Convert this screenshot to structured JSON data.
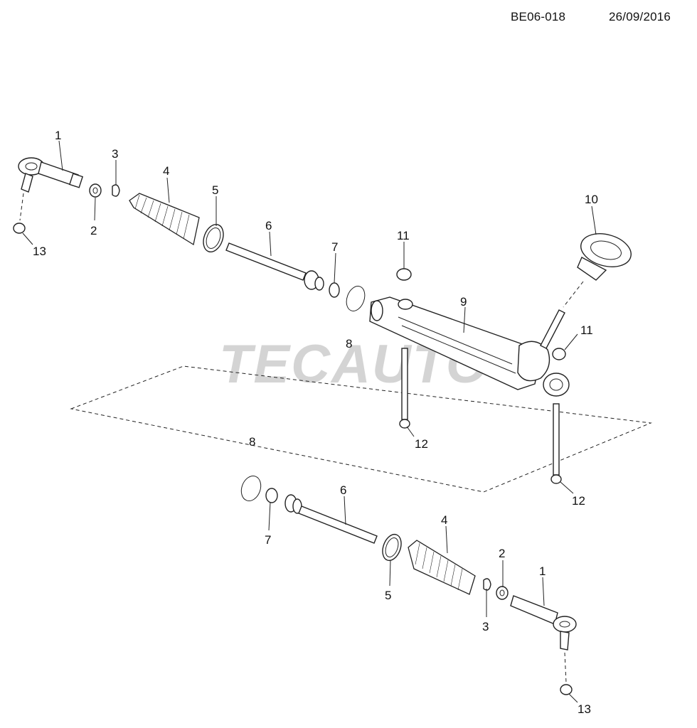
{
  "header": {
    "code": "BE06-018",
    "date": "26/09/2016"
  },
  "watermark": "TECAUTO",
  "callouts": {
    "c1_top": "1",
    "c2_top": "2",
    "c3_top": "3",
    "c4_top": "4",
    "c5_top": "5",
    "c6_top": "6",
    "c7_top": "7",
    "c8_small": "8",
    "c8_box": "8",
    "c9": "9",
    "c10": "10",
    "c11_top": "11",
    "c11_right": "11",
    "c12_mid": "12",
    "c12_right": "12",
    "c13_top": "13",
    "c7_bot": "7",
    "c6_bot": "6",
    "c4_bot": "4",
    "c5_bot": "5",
    "c2_bot": "2",
    "c1_bot": "1",
    "c3_bot": "3",
    "c13_bot": "13"
  }
}
